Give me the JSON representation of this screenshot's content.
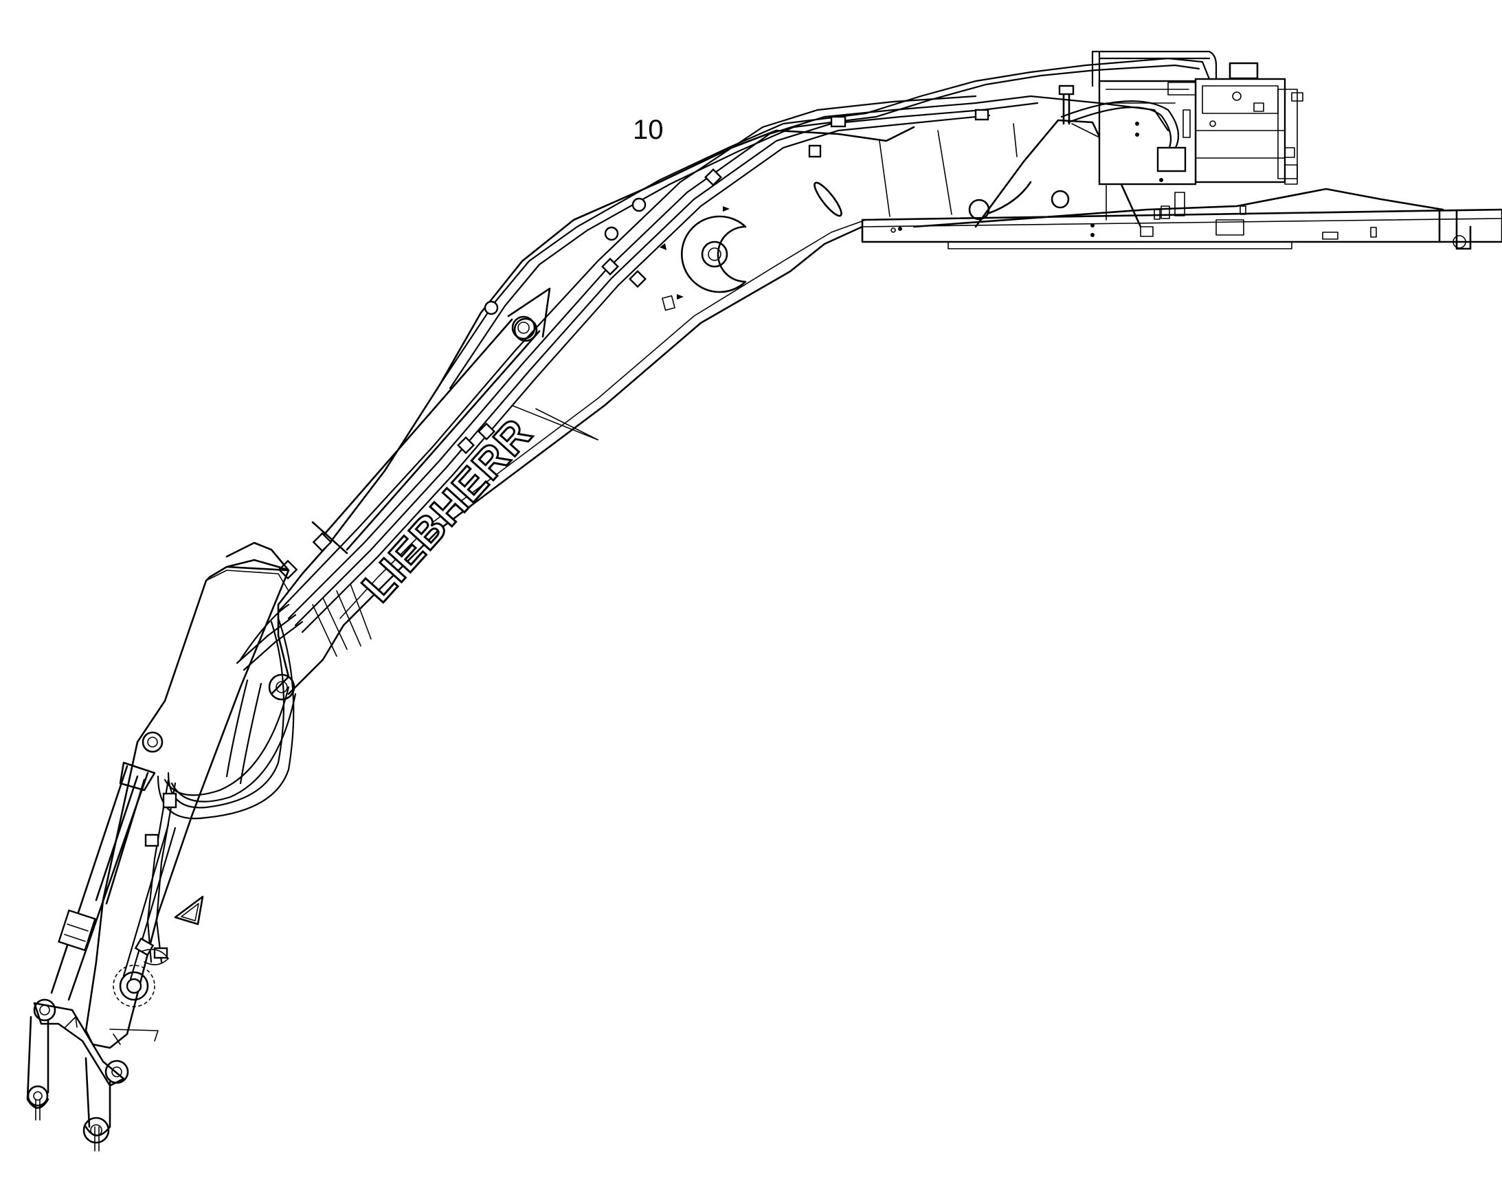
{
  "callouts": [
    {
      "id": "callout-10",
      "label": "10"
    }
  ],
  "brand_text": "LIEBHERR",
  "colors": {
    "line": "#000000",
    "background": "#ffffff"
  }
}
